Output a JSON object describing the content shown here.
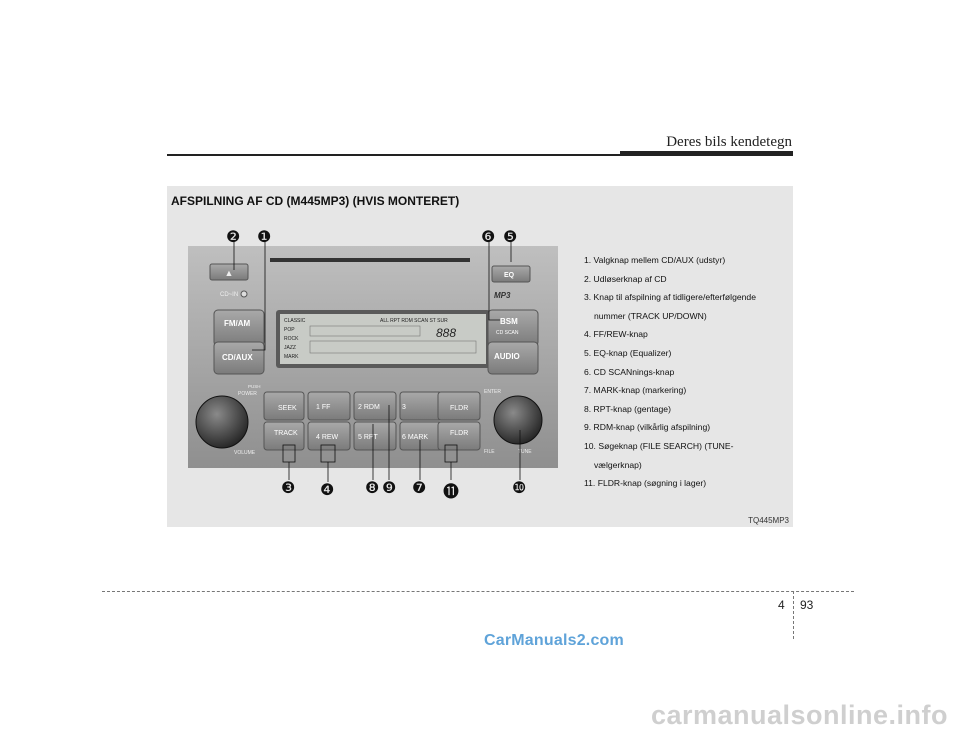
{
  "header": {
    "title": "Deres bils kendetegn"
  },
  "section": {
    "title": "AFSPILNING AF CD (M445MP3) (HVIS MONTERET)"
  },
  "legend": [
    {
      "line": "1. Valgknap mellem CD/AUX (udstyr)"
    },
    {
      "line": "2. Udløserknap af CD"
    },
    {
      "line": "3. Knap til afspilning af tidligere/efterfølgende",
      "cont": "nummer (TRACK UP/DOWN)"
    },
    {
      "line": "4. FF/REW-knap"
    },
    {
      "line": "5. EQ-knap (Equalizer)"
    },
    {
      "line": "6. CD SCANnings-knap"
    },
    {
      "line": "7. MARK-knap (markering)"
    },
    {
      "line": "8. RPT-knap (gentage)"
    },
    {
      "line": "9. RDM-knap (vilkårlig afspilning)"
    },
    {
      "line": "10. Søgeknap (FILE SEARCH) (TUNE-",
      "cont": "vælgerknap)"
    },
    {
      "line": "11. FLDR-knap (søgning i lager)"
    }
  ],
  "figure_code": "TQ445MP3",
  "radio": {
    "cd_in": "CD~IN",
    "fm_am": "FM/AM",
    "cd_aux": "CD/AUX",
    "eq": "EQ",
    "mp3": "MP3",
    "bsm": "BSM",
    "cd_scan": "CD SCAN",
    "audio": "AUDIO",
    "push": "PUSH",
    "power": "POWER",
    "volume": "VOLUME",
    "enter": "ENTER",
    "file": "FILE",
    "tune": "TUNE",
    "display_modes": [
      "CLASSIC",
      "POP",
      "ROCK",
      "JAZZ",
      "MARK"
    ],
    "display_status": "ALL  RPT  RDM  SCAN  ST  SUR",
    "display_digits": "888",
    "btn_seek": "SEEK",
    "btn_track": "TRACK",
    "btn_1": "1  FF",
    "btn_2": "2  RDM",
    "btn_3": "3",
    "btn_4": "4  REW",
    "btn_5": "5  RPT",
    "btn_6": "6  MARK",
    "btn_fldr_up": "FLDR",
    "btn_fldr_down": "FLDR"
  },
  "callouts": [
    "❷",
    "❶",
    "❻",
    "❺",
    "❸",
    "❹",
    "❽",
    "❾",
    "❼",
    "⓫",
    "❿"
  ],
  "footer": {
    "chapter": "4",
    "page": "93"
  },
  "watermarks": {
    "site1": "CarManuals2.com",
    "site2": "carmanualsonline.info"
  }
}
